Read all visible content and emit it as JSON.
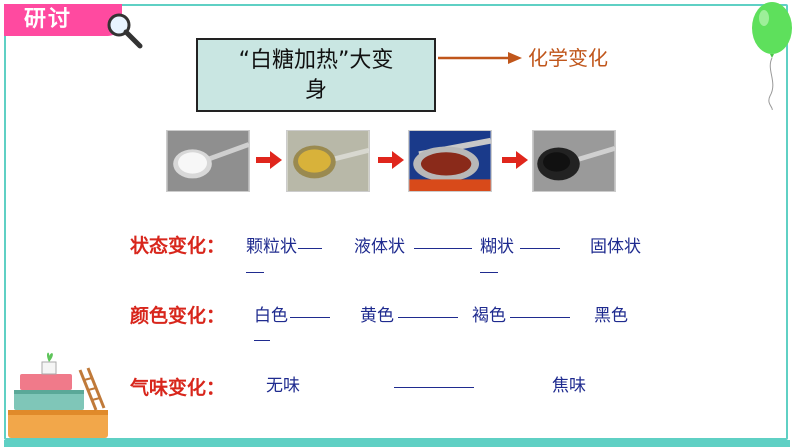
{
  "header": {
    "topic_label": "研讨"
  },
  "title_box": {
    "line1": "“白糖加热”大变",
    "line2": "身"
  },
  "result": "化学变化",
  "rows": [
    {
      "label": "状态变化：",
      "values": [
        "颗粒状",
        "液体状",
        "糊状",
        "固体状"
      ]
    },
    {
      "label": "颜色变化：",
      "values": [
        "白色",
        "黄色",
        "褐色",
        "黑色"
      ]
    },
    {
      "label": "气味变化：",
      "values": [
        "无味",
        "焦味"
      ]
    }
  ],
  "icons": [
    "magnifier-icon",
    "balloon-icon",
    "spoon-photo",
    "arrow-icon",
    "books-icon"
  ],
  "colors": {
    "frame": "#5fd0c4",
    "tag": "#ff4aa0",
    "title_box_bg": "#c9e6e2",
    "result_text": "#c0561b",
    "row_label": "#d8261c",
    "row_value": "#1f2b8f",
    "arrow": "#c0561b",
    "small_arrow": "#e0261c"
  }
}
